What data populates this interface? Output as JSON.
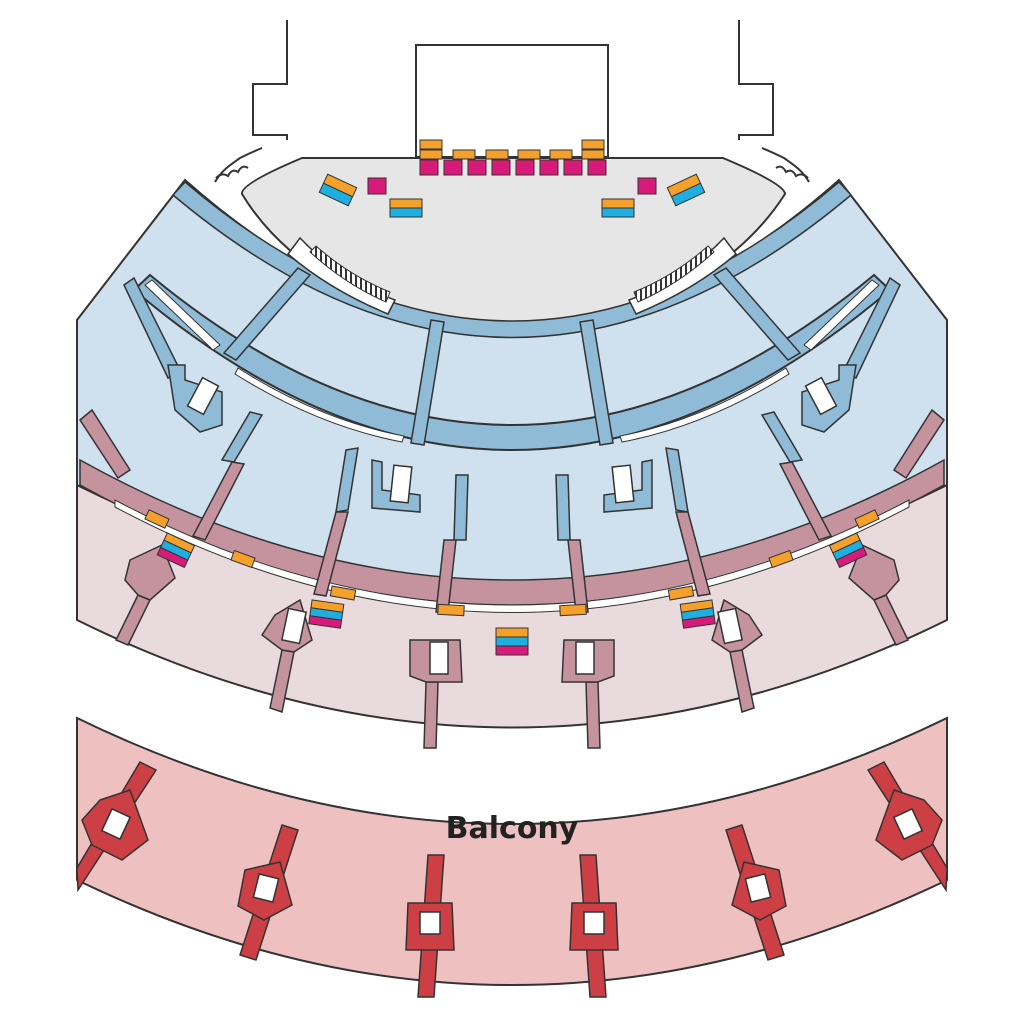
{
  "map": {
    "balcony_label": "Balcony"
  },
  "colors": {
    "outline": "#333333",
    "stage_floor": "#e6e6e6",
    "orchestra_front": "#cfe0ee",
    "orchestra_aisle": "#8fbbd6",
    "orchestra_rear": "#e9dade",
    "orchestra_rear_aisle": "#c4939e",
    "balcony": "#eec0c0",
    "balcony_aisle": "#cc3f44",
    "marker_orange": "#f4a12c",
    "marker_blue": "#1eaee0",
    "marker_magenta": "#d81b7a"
  },
  "legend_icons": [
    "accessible-seat-marker-orange",
    "companion-seat-marker-blue",
    "accessible-seat-marker-magenta"
  ]
}
